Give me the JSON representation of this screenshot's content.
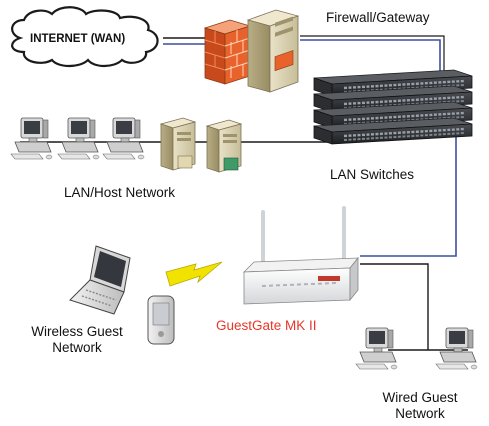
{
  "labels": {
    "internet": "INTERNET (WAN)",
    "firewall_gateway": "Firewall/Gateway",
    "lan_host_network": "LAN/Host Network",
    "lan_switches": "LAN Switches",
    "guestgate": "GuestGate MK II",
    "wireless_guest_line1": "Wireless Guest",
    "wireless_guest_line2": "Network",
    "wired_guest_line1": "Wired Guest",
    "wired_guest_line2": "Network"
  },
  "colors": {
    "link_dark": "#1a1a1a",
    "link_blue": "#3d4fa0",
    "guestgate_label": "#e8362a",
    "firewall_brick": "#e8632b",
    "wireless_bolt": "#f2e200"
  },
  "icons": [
    "cloud-icon",
    "firewall-icon",
    "server-icon",
    "switch-icon",
    "desktop-computer-icon",
    "router-icon",
    "laptop-icon",
    "pda-icon",
    "lightning-icon"
  ]
}
